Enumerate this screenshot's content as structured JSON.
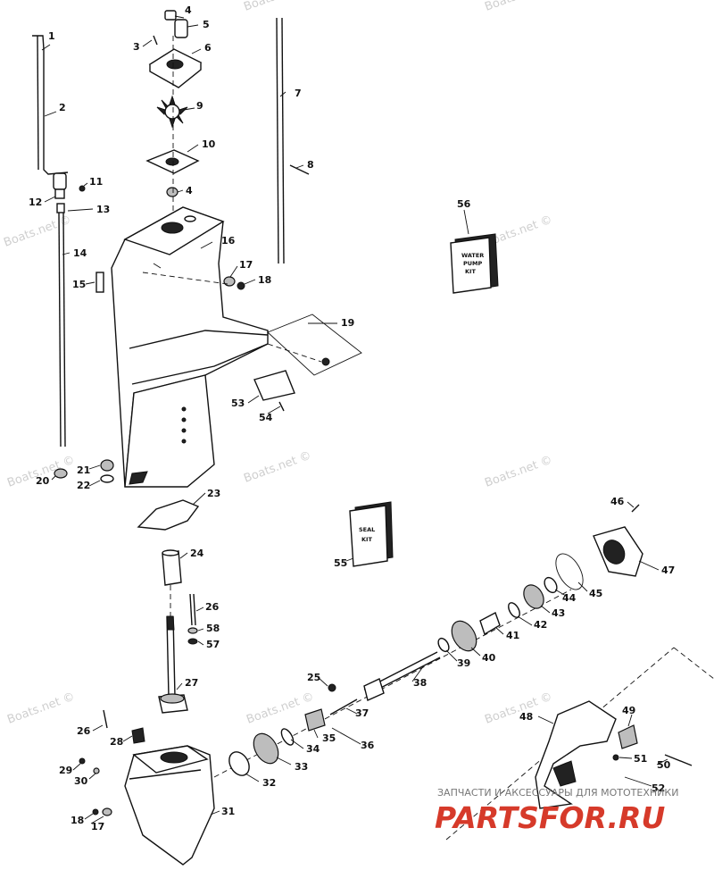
{
  "diagram": {
    "part_labels": [
      "1",
      "2",
      "3",
      "4",
      "5",
      "6",
      "7",
      "8",
      "9",
      "10",
      "4",
      "11",
      "12",
      "13",
      "56",
      "14",
      "16",
      "15",
      "17",
      "18",
      "19",
      "53",
      "54",
      "21",
      "20",
      "22",
      "23",
      "46",
      "55",
      "47",
      "24",
      "45",
      "44",
      "43",
      "26",
      "42",
      "58",
      "41",
      "57",
      "40",
      "39",
      "38",
      "27",
      "25",
      "37",
      "48",
      "49",
      "26",
      "28",
      "35",
      "36",
      "34",
      "33",
      "51",
      "29",
      "50",
      "30",
      "52",
      "32",
      "31",
      "18",
      "17"
    ],
    "kit_boxes": {
      "water_pump_kit": [
        "WATER",
        "PUMP",
        "KIT"
      ],
      "seal_kit": [
        "SEAL",
        "KIT"
      ]
    },
    "watermarks": [
      "Boats.net ©",
      "Boats.net ©",
      "Boats.net ©",
      "Boats.net ©",
      "Boats.net ©",
      "Boats.net ©",
      "Boats.net ©",
      "Boats.net ©",
      "Boats.net ©",
      "Boats.net ©"
    ],
    "footer": {
      "subtitle": "ЗАПЧАСТИ И АКСЕССУАРЫ ДЛЯ МОТОТЕХНИКИ",
      "brand": "PARTSFOR.RU"
    }
  }
}
